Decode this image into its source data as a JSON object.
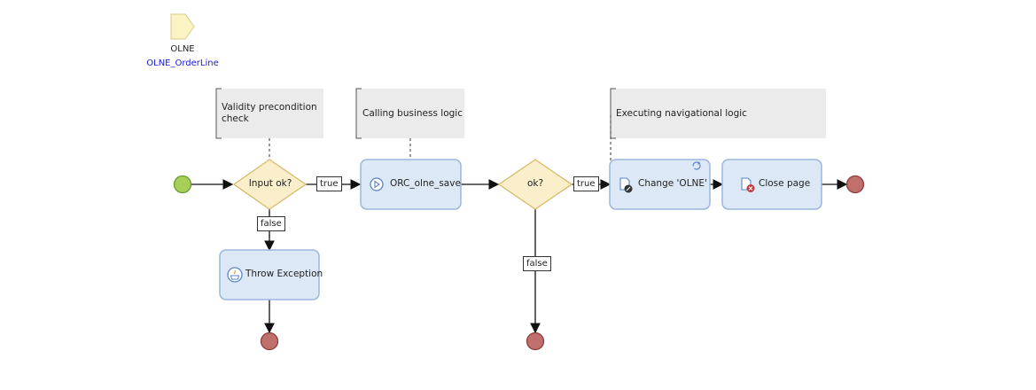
{
  "parameter": {
    "name": "OLNE",
    "type": "OLNE_OrderLine"
  },
  "annotations": {
    "validity": "Validity precondition check",
    "business": "Calling business logic",
    "navigation": "Executing navigational logic"
  },
  "decisions": {
    "input_ok": "Input ok?",
    "ok": "ok?"
  },
  "activities": {
    "orc_save": "ORC_olne_save",
    "throw_exception": "Throw Exception",
    "change": "Change 'OLNE'",
    "close_page": "Close page"
  },
  "flow_labels": {
    "input_true": "true",
    "input_false": "false",
    "ok_true": "true",
    "ok_false": "false"
  },
  "colors": {
    "activity_fill": "#dde8f6",
    "activity_border": "#9bb7dd",
    "decision_fill": "#fbefcb",
    "decision_border": "#d9b86a",
    "annotation_fill": "#ebebeb",
    "start_fill": "#a6cf5a",
    "end_fill": "#c0706c",
    "parameter_fill": "#fbf3c4"
  }
}
